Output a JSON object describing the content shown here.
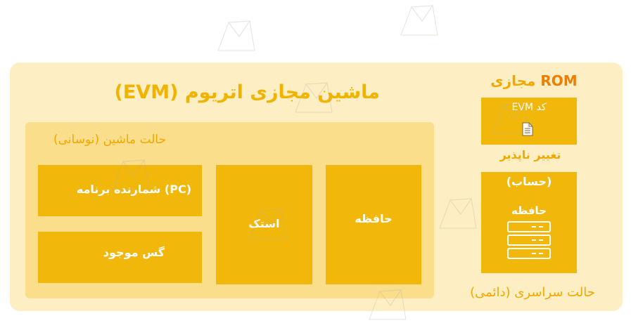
{
  "diagram": {
    "main_title": "ماشین مجازی اتریوم (EVM)",
    "volatile_title": "حالت ماشین (نوسانی)",
    "pc_label": "(PC) شمارنده برنامه",
    "gas_label": "گس موجود",
    "stack_label": "استک",
    "memory_label": "حافظه",
    "rom": {
      "title_accent": "ROM",
      "title_rest": " مجازی",
      "code_label": "کد EVM",
      "immutable_label": "تغییر ناپذیر"
    },
    "account": {
      "label": "(حساب)",
      "storage_label": "حافظه"
    },
    "global_state_label": "حالت سراسری (دائمی)"
  },
  "colors": {
    "outer_panel": "#fdefc3",
    "inner_panel": "#fbde8c",
    "box_fill": "#f1b70b",
    "heading": "#f0b400",
    "rom_accent": "#ee7d00"
  },
  "icons": {
    "document": "document-icon",
    "storage": "server-icon",
    "watermark": "watermark-logo-icon"
  }
}
